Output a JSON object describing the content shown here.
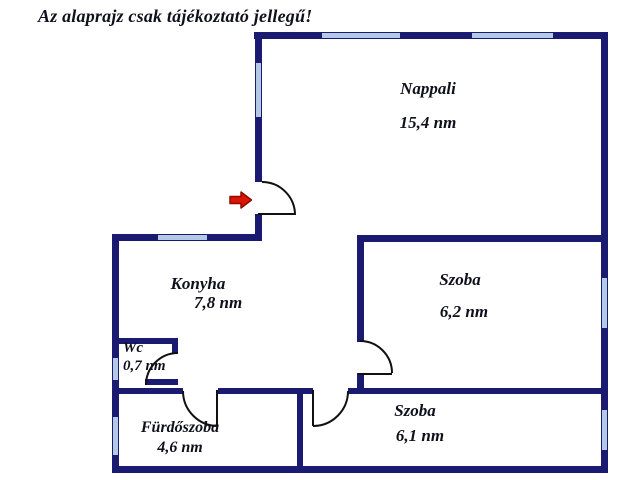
{
  "title": "Az alaprajz csak tájékoztató jellegű!",
  "rooms": [
    {
      "name": "Nappali",
      "area": "15,4 nm"
    },
    {
      "name": "Konyha",
      "area": "7,8 nm"
    },
    {
      "name": "Szoba",
      "area": "6,2 nm"
    },
    {
      "name": "Wc",
      "area": "0,7 nm"
    },
    {
      "name": "Fürdőszoba",
      "area": "4,6 nm"
    },
    {
      "name": "Szoba",
      "area": "6,1 nm"
    }
  ],
  "colors": {
    "wall": "#1a1a70",
    "window": "#b3c9e6",
    "door_line": "#111111",
    "arrow": "#dd1507",
    "arrow_outline": "#8e0b02",
    "text": "#10101c",
    "background": "#ffffff"
  }
}
